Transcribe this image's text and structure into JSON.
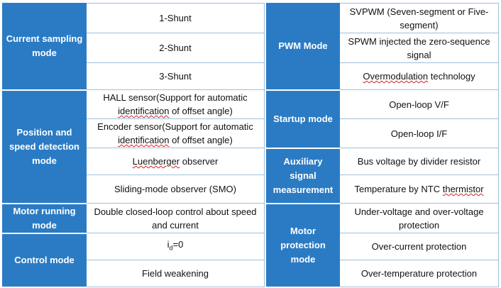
{
  "rows": [
    {
      "left_cat": "Current sampling mode",
      "left": "1-Shunt",
      "right_cat": "PWM Mode",
      "right": "SVPWM (Seven-segment or Five-segment)"
    },
    {
      "left": "2-Shunt",
      "right": "SPWM injected the zero-sequence signal"
    },
    {
      "left": "3-Shunt",
      "right_a": "Overmodulation",
      "right_b": " technology"
    },
    {
      "left_cat": "Position and speed detection mode",
      "left_a": "HALL sensor(Support for automatic ",
      "left_b": "identification",
      "left_c": " of offset angle)",
      "right_cat": "Startup mode",
      "right": "Open-loop V/F"
    },
    {
      "left_a": "Encoder sensor(Support for automatic ",
      "left_b": "identification",
      "left_c": " of offset angle)",
      "right": "Open-loop I/F"
    },
    {
      "left_a": "Luenberger",
      "left_b": " observer",
      "right_cat": "Auxiliary signal measurement",
      "right": "Bus voltage by divider resistor"
    },
    {
      "left": "Sliding-mode observer (SMO)",
      "right_a": "Temperature by NTC ",
      "right_b": "thermistor"
    },
    {
      "left_cat": "Motor running mode",
      "left": "Double closed-loop control about speed and current",
      "right_cat": "Motor protection mode",
      "right": "Under-voltage and over-voltage protection"
    },
    {
      "left_cat": "Control mode",
      "left_i": "i",
      "left_sub": "d",
      "left_eq": "=0",
      "right": "Over-current protection"
    },
    {
      "left": "Field weakening",
      "right": "Over-temperature protection"
    }
  ]
}
